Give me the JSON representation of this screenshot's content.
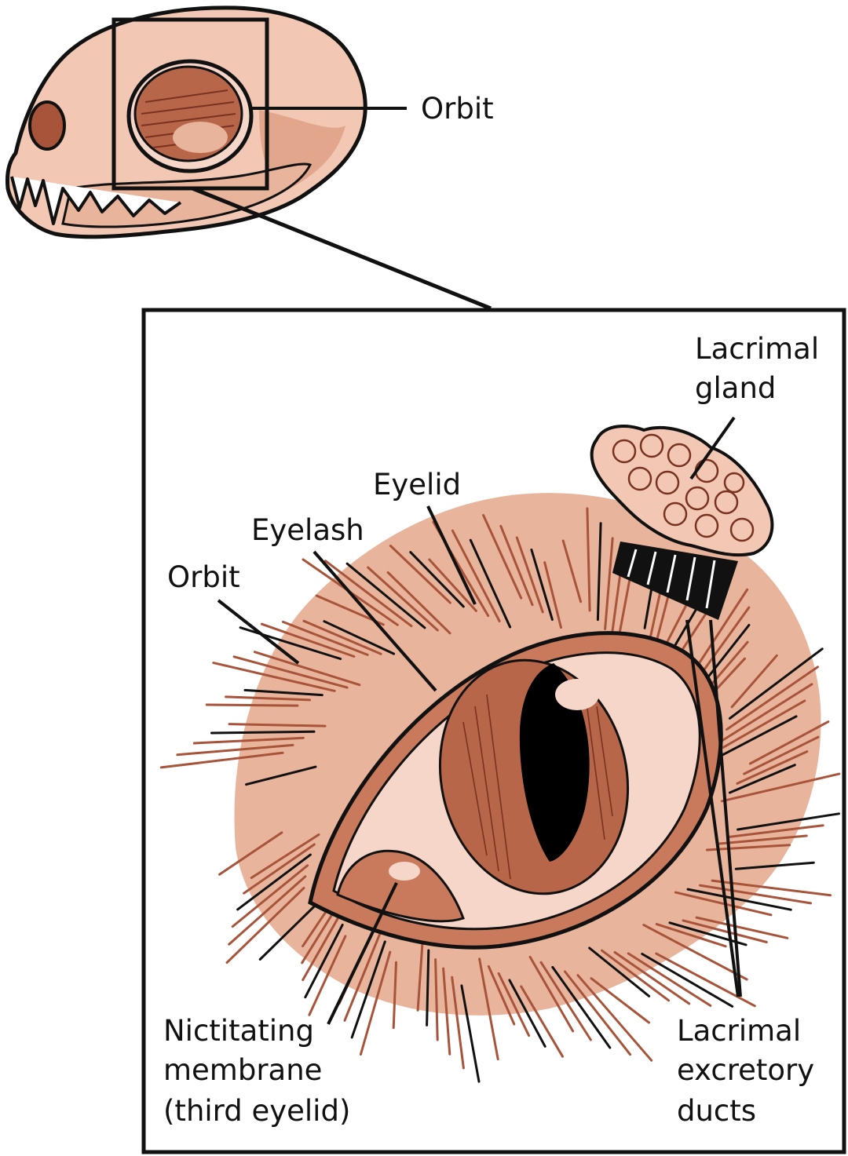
{
  "labels": {
    "skull_orbit": "Orbit",
    "lacrimal_gland": [
      "Lacrimal",
      "gland"
    ],
    "eyelid": "Eyelid",
    "eyelash": "Eyelash",
    "orbit": "Orbit",
    "nictitating_membrane": [
      "Nictitating",
      "membrane",
      "(third eyelid)"
    ],
    "lacrimal_ducts": [
      "Lacrimal",
      "excretory",
      "ducts"
    ]
  },
  "colors": {
    "skin": "#f2c8b4",
    "fur": "#d48a6c",
    "dark_brown": "#a8543a",
    "iris": "#b7664a",
    "sclera": "#f6d6c8",
    "pupil": "#000000",
    "line": "#111111"
  }
}
